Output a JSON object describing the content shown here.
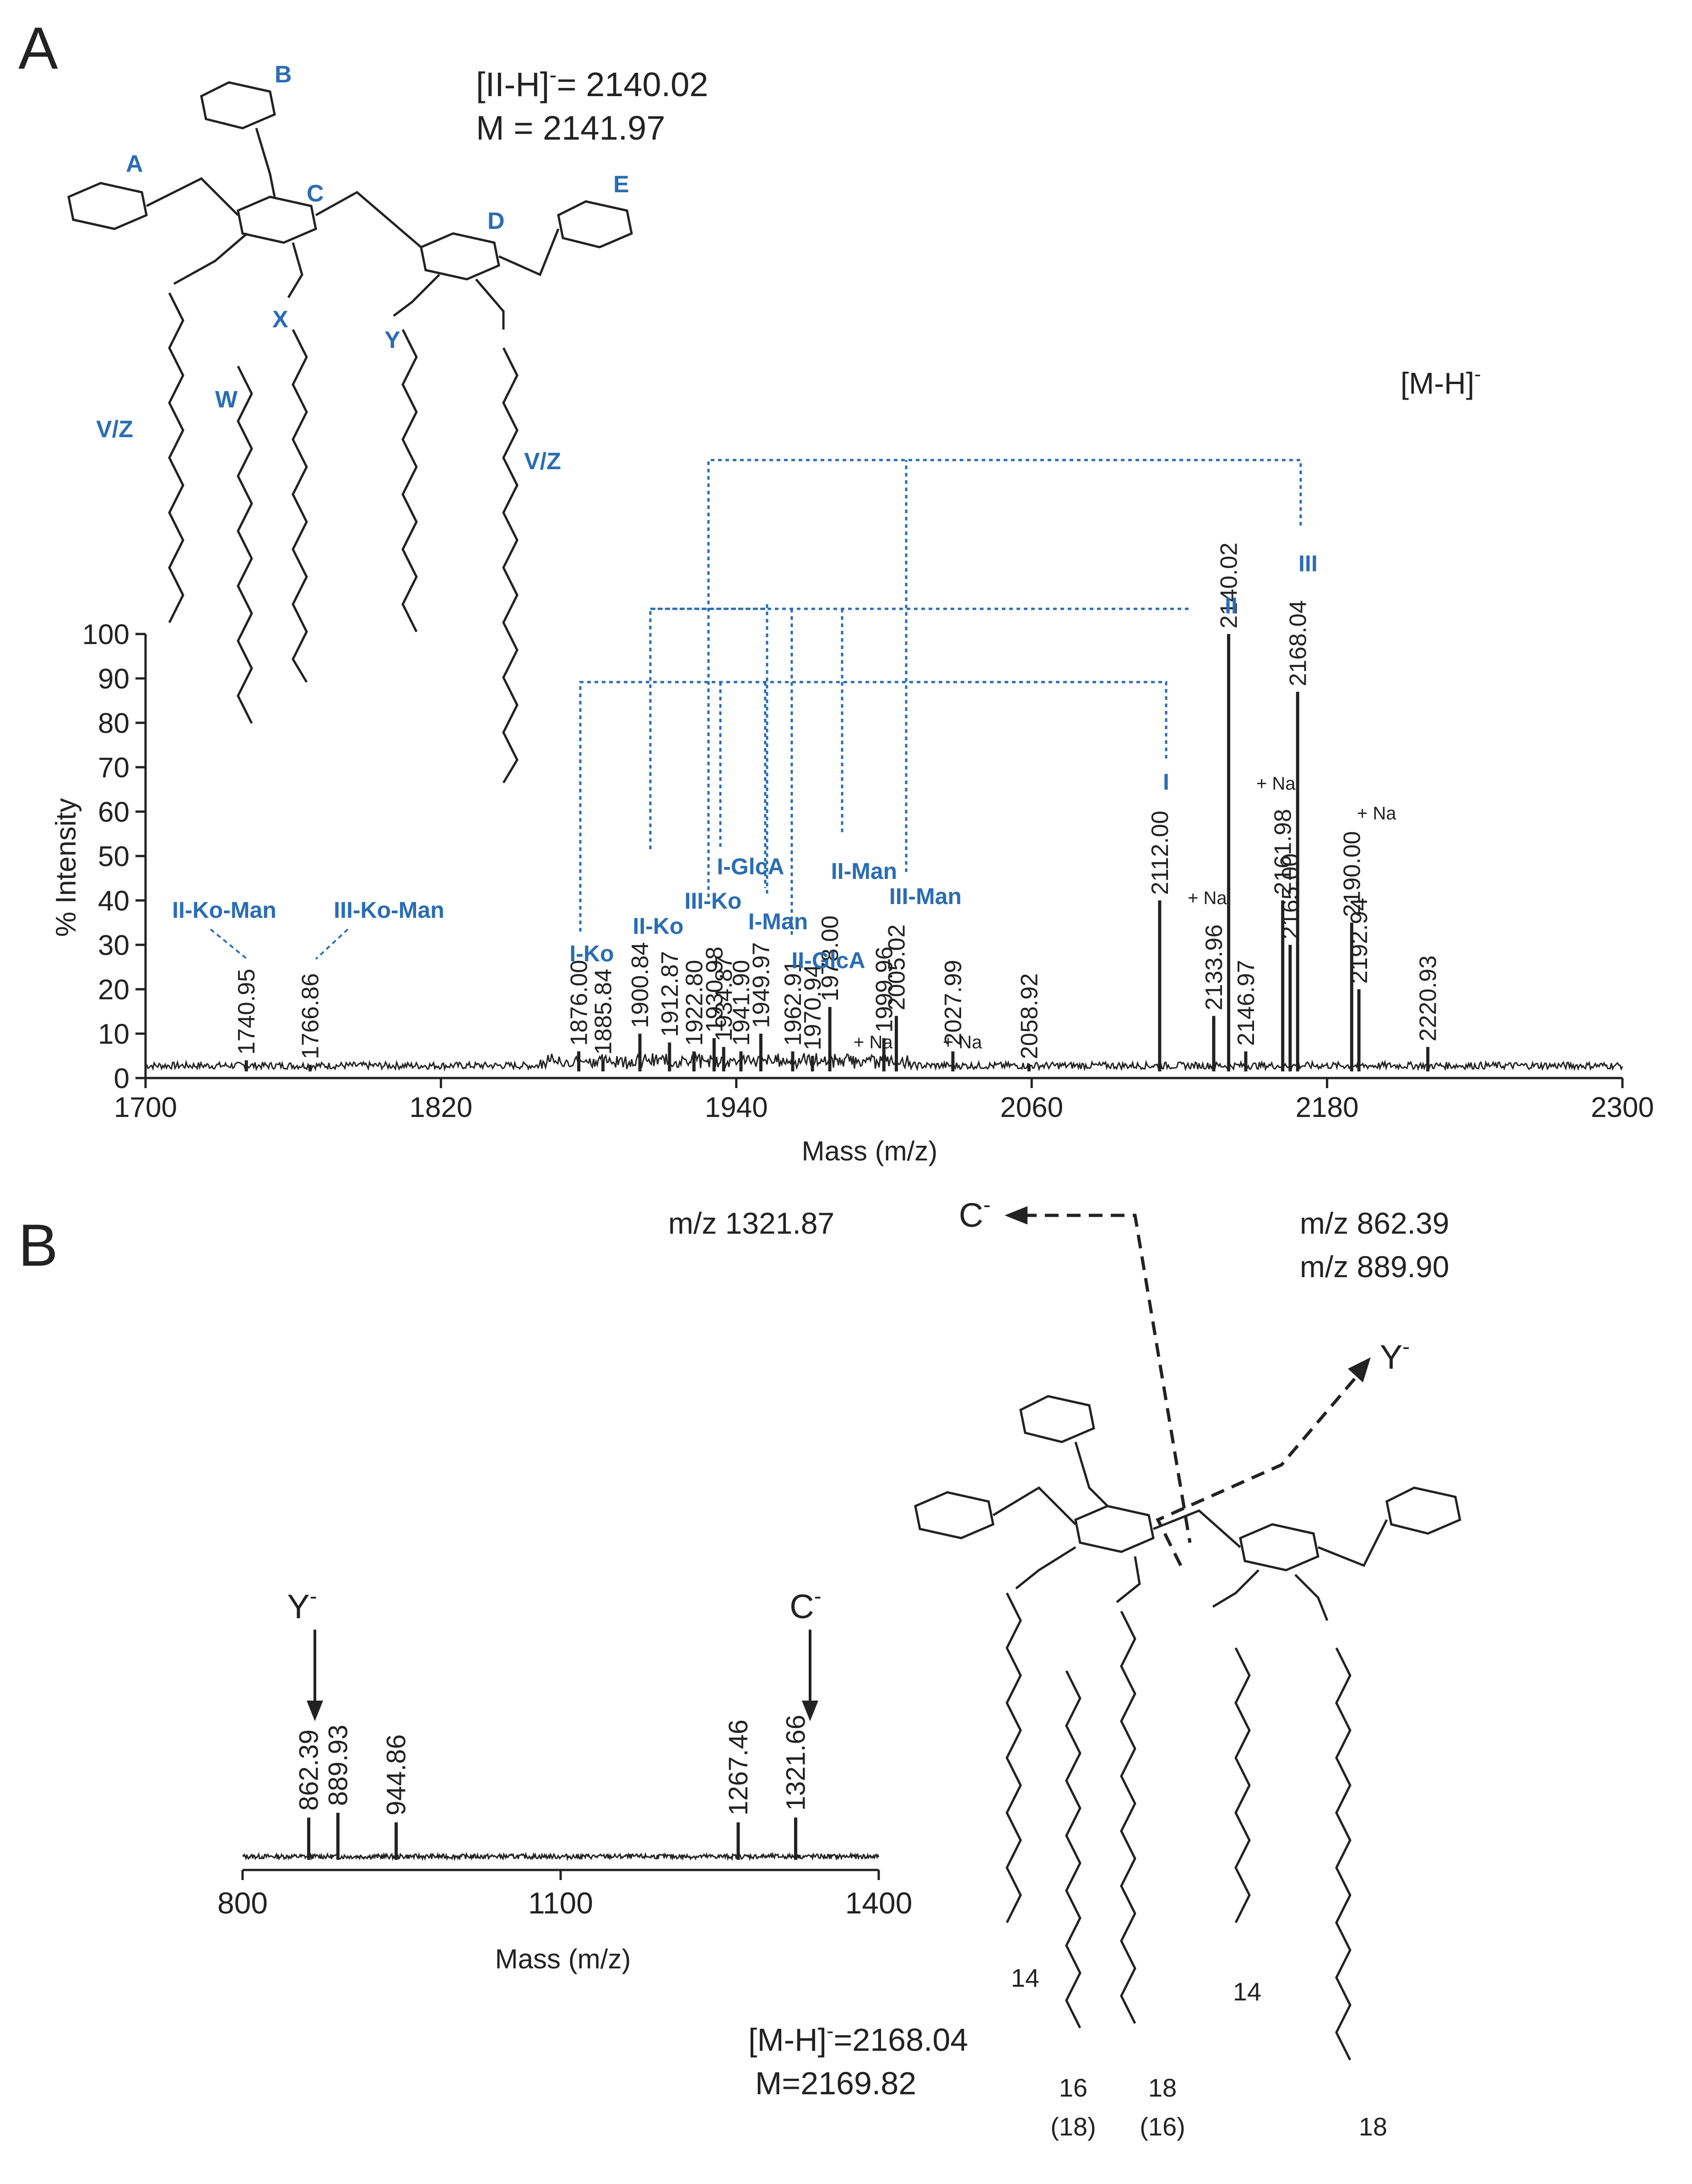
{
  "panel_a": {
    "letter": "A",
    "formula_ion": "[II-H]",
    "formula_ion_sup": "-",
    "formula_ion_value": "= 2140.02",
    "formula_mass": "M = 2141.97",
    "ion_note": "[M-H]",
    "ion_note_sup": "-",
    "ring_labels": [
      "A",
      "B",
      "C",
      "D",
      "E"
    ],
    "chain_labels": [
      "X",
      "W",
      "Y",
      "V/Z",
      "V/Z"
    ],
    "fragment_labels": [
      "I",
      "II",
      "III",
      "I-Ko",
      "II-Ko",
      "III-Ko",
      "I-GlcA",
      "I-Man",
      "II-GlcA",
      "II-Man",
      "III-Man",
      "II-Ko-Man",
      "III-Ko-Man"
    ],
    "na_labels": [
      "+ Na",
      "+ Na",
      "+ Na",
      "+ Na",
      "+ Na"
    ]
  },
  "panel_b": {
    "letter": "B",
    "mz1": "m/z 1321.87",
    "mz2": "m/z 862.39",
    "mz3": "m/z 889.90",
    "ion_c": "C",
    "ion_y": "Y",
    "minus": "-",
    "formula_ion": "[M-H]",
    "formula_ion_sup": "-",
    "formula_ion_value": "=2168.04",
    "formula_mass": "M=2169.82",
    "chain_lengths": [
      "14",
      "16",
      "(18)",
      "18",
      "(16)",
      "14",
      "18"
    ]
  },
  "chart_data": [
    {
      "type": "line",
      "title": "",
      "xlabel": "Mass (m/z)",
      "ylabel": "% Intensity",
      "xlim": [
        1700,
        2300
      ],
      "ylim": [
        0,
        100
      ],
      "xticks": [
        1700,
        1820,
        1940,
        2060,
        2180,
        2300
      ],
      "yticks": [
        0,
        10,
        20,
        30,
        40,
        50,
        60,
        70,
        80,
        90,
        100
      ],
      "peaks": [
        {
          "x": 1740.95,
          "y": 4,
          "label": "1740.95"
        },
        {
          "x": 1766.86,
          "y": 3,
          "label": "1766.86"
        },
        {
          "x": 1876.0,
          "y": 6,
          "label": "1876.00"
        },
        {
          "x": 1885.84,
          "y": 4,
          "label": "1885.84"
        },
        {
          "x": 1900.84,
          "y": 10,
          "label": "1900.84"
        },
        {
          "x": 1912.87,
          "y": 8,
          "label": "1912.87"
        },
        {
          "x": 1922.8,
          "y": 6,
          "label": "1922.80"
        },
        {
          "x": 1930.98,
          "y": 9,
          "label": "1930.98"
        },
        {
          "x": 1934.87,
          "y": 7,
          "label": "1934.87"
        },
        {
          "x": 1941.9,
          "y": 6,
          "label": "1941.90"
        },
        {
          "x": 1949.97,
          "y": 10,
          "label": "1949.97"
        },
        {
          "x": 1962.91,
          "y": 6,
          "label": "1962.91"
        },
        {
          "x": 1970.94,
          "y": 5,
          "label": "1970.94"
        },
        {
          "x": 1978.0,
          "y": 16,
          "label": "1978.00"
        },
        {
          "x": 1999.96,
          "y": 9,
          "label": "1999.96"
        },
        {
          "x": 2005.02,
          "y": 14,
          "label": "2005.02"
        },
        {
          "x": 2027.99,
          "y": 6,
          "label": "2027.99"
        },
        {
          "x": 2058.92,
          "y": 3,
          "label": "2058.92"
        },
        {
          "x": 2112.0,
          "y": 40,
          "label": "2112.00"
        },
        {
          "x": 2133.96,
          "y": 14,
          "label": "2133.96"
        },
        {
          "x": 2140.02,
          "y": 100,
          "label": "2140.02"
        },
        {
          "x": 2146.97,
          "y": 6,
          "label": "2146.97"
        },
        {
          "x": 2161.98,
          "y": 40,
          "label": "2161.98"
        },
        {
          "x": 2165.0,
          "y": 30,
          "label": "2165.00"
        },
        {
          "x": 2168.04,
          "y": 87,
          "label": "2168.04"
        },
        {
          "x": 2190.0,
          "y": 35,
          "label": "2190.00"
        },
        {
          "x": 2192.94,
          "y": 20,
          "label": "2192.94"
        },
        {
          "x": 2220.93,
          "y": 7,
          "label": "2220.93"
        }
      ]
    },
    {
      "type": "line",
      "title": "",
      "xlabel": "Mass (m/z)",
      "ylabel": "",
      "xlim": [
        800,
        1400
      ],
      "xticks": [
        800,
        1100,
        1400
      ],
      "peaks": [
        {
          "x": 862.39,
          "y": 45,
          "label": "862.39"
        },
        {
          "x": 889.93,
          "y": 50,
          "label": "889.93"
        },
        {
          "x": 944.86,
          "y": 40,
          "label": "944.86"
        },
        {
          "x": 1267.46,
          "y": 40,
          "label": "1267.46"
        },
        {
          "x": 1321.66,
          "y": 45,
          "label": "1321.66"
        }
      ]
    }
  ]
}
